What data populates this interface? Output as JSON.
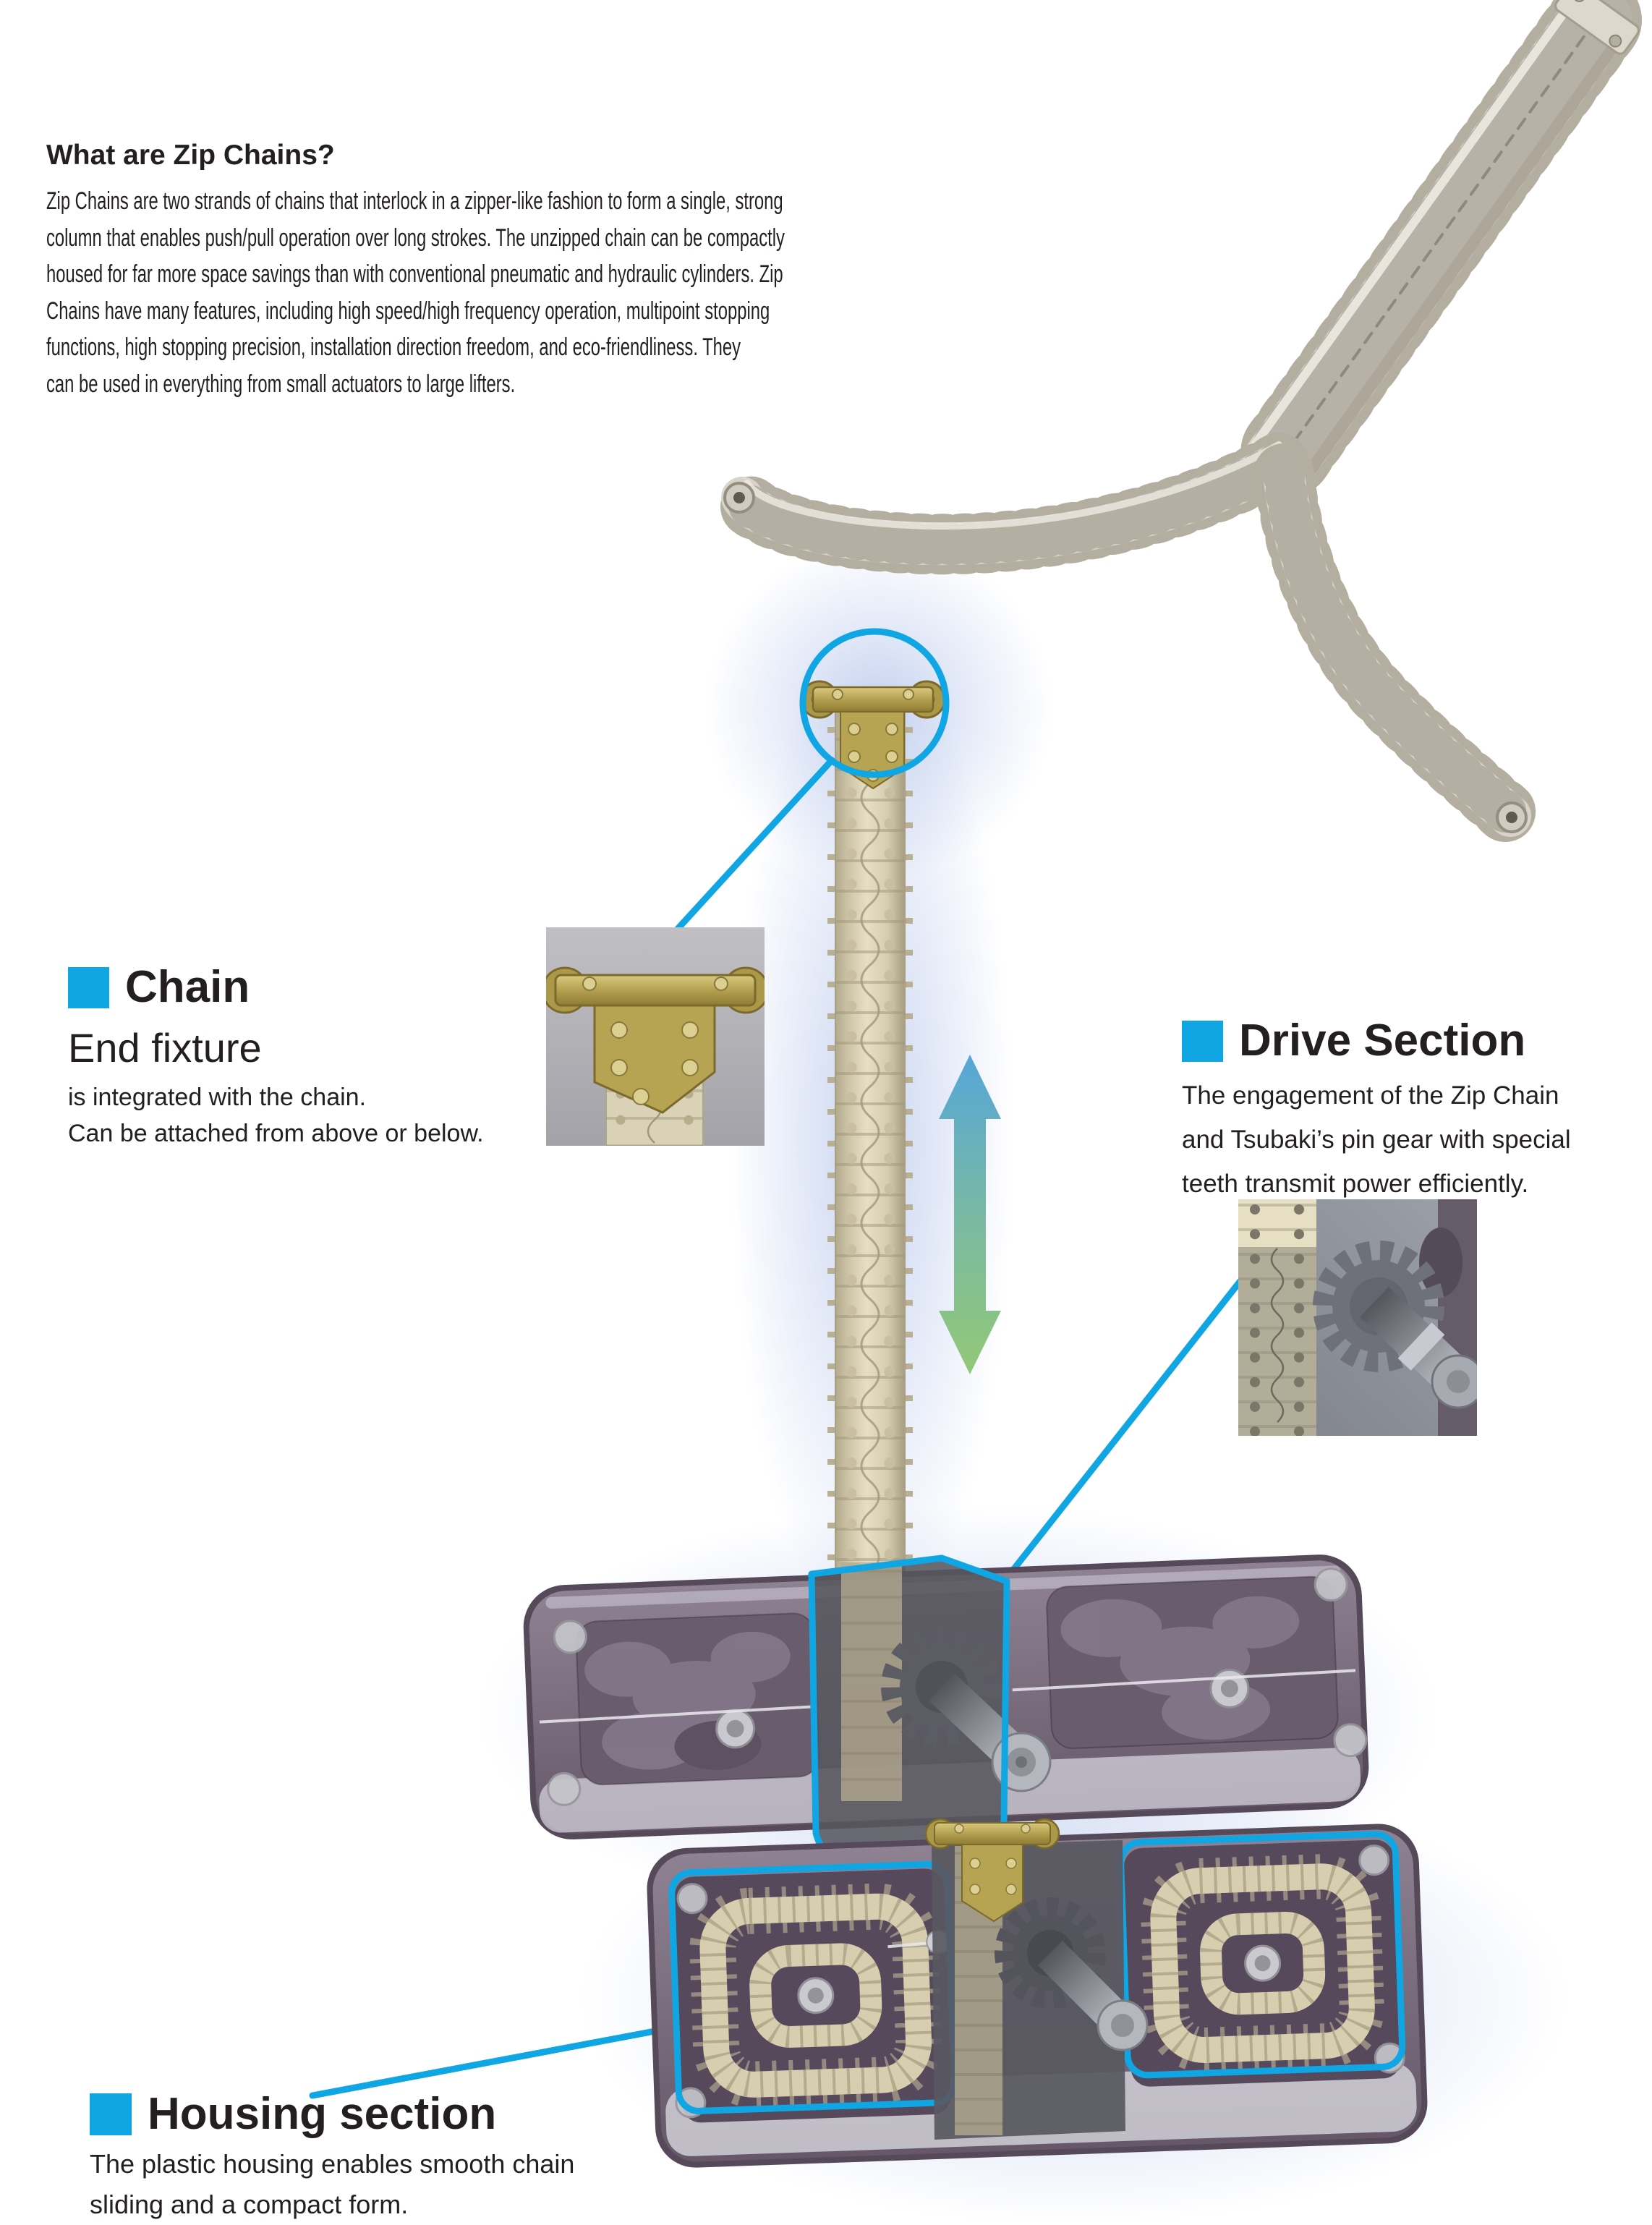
{
  "colors": {
    "accent": "#10a6e3",
    "text": "#231f20",
    "chain_beige": "#d9d3be",
    "column_beige": "#e6dfc4",
    "gold_fixture": "#b6a452",
    "housing_purple": "#6c5e70",
    "gear_gray": "#6e717a",
    "glow_blue": "#9cb1e4"
  },
  "intro": {
    "heading": "What are Zip Chains?",
    "lines": [
      "Zip Chains are two strands of chains that interlock in a zipper-like fashion to form a single, strong",
      "column that enables push/pull operation over long strokes. The unzipped chain can be compactly",
      "housed for far more space savings than with conventional pneumatic and hydraulic cylinders. Zip",
      "Chains have many features, including high speed/high frequency operation, multipoint stopping",
      "functions, high stopping precision, installation direction freedom, and eco-friendliness. They",
      "can be used in everything from small actuators to large lifters."
    ]
  },
  "chain_section": {
    "title": "Chain",
    "subtitle": "End fixture",
    "lines": [
      "is integrated with the chain.",
      "Can be attached from above or below."
    ]
  },
  "drive_section": {
    "title": "Drive Section",
    "lines": [
      "The engagement of the Zip Chain",
      "and Tsubaki’s pin gear with special",
      "teeth transmit power efficiently."
    ]
  },
  "housing_section": {
    "title": "Housing section",
    "lines": [
      "The plastic housing enables smooth chain",
      "sliding and a compact form."
    ]
  },
  "icons": {
    "section_bullet": "blue-square",
    "motion_arrow": "up-down-gradient-arrow",
    "callout_circle": "detail-circle"
  }
}
